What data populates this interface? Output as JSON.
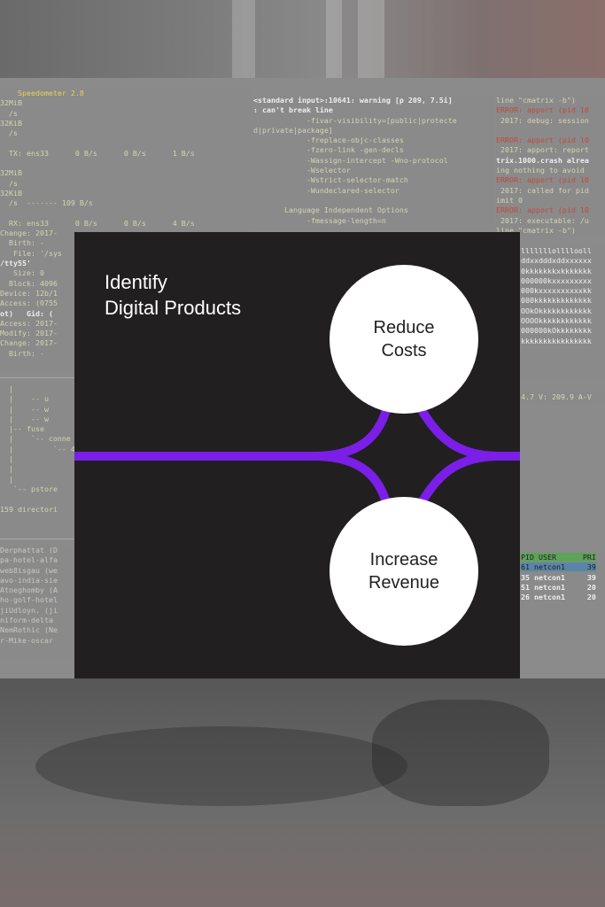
{
  "card": {
    "title_line1": "Identify",
    "title_line2": "Digital Products",
    "nodes": [
      {
        "line1": "Reduce",
        "line2": "Costs"
      },
      {
        "line1": "Increase",
        "line2": "Revenue"
      }
    ]
  },
  "colors": {
    "card_background": "#221f20",
    "flow_line": "#7a1ee8",
    "node_fill": "#ffffff",
    "title_text": "#ffffff"
  },
  "background_terminal": {
    "left_pane": [
      "    Speedometer 2.8",
      "32MiB",
      "  /s",
      "32KiB",
      "  /s",
      "",
      "  TX: ens33      0 B/s      0 B/s      1 B/s",
      "",
      "32MiB",
      "  /s",
      "32KiB",
      "  /s  ------- 109 B/s",
      "",
      "  RX: ens33      0 B/s      0 B/s      4 B/s",
      "Change: 2017-",
      "  Birth: -",
      "   File: '/sys",
      "/tty55'",
      "   Size: 0",
      "  Block: 4096",
      "Device: 12b/1",
      "Access: (0755",
      "ot)   Gid: (",
      "Access: 2017-",
      "Modify: 2017-",
      "Change: 2017-",
      "  Birth: -"
    ],
    "tree": [
      "  |",
      "  |    -- u",
      "  |    -- w",
      "  |    -- w",
      "  |-- fuse",
      "  |    `-- conne",
      "  |         `-- 4",
      "  |",
      "  |",
      "  |",
      "   `-- pstore",
      "",
      "159 directori"
    ],
    "host_list": [
      "Derphattat (D",
      "pa-hotel-alfa",
      "web8isgau (we",
      "avo-india-sie",
      "Atneghomby (A",
      "ho-golf-hotel",
      "jiUdloyn. (ji",
      "niform-delta",
      "NemRothic (Ne",
      "r-Mike-oscar"
    ],
    "mid_pane": [
      "<standard input>:10641: warning [p 209, 7.5i]",
      ": can't break line",
      "            -fivar-visibility=[public|protecte",
      "d|private|package]",
      "            -freplace-objc-classes",
      "            -fzero-link -gen-decls",
      "            -Wassign-intercept -Wno-protocol",
      "            -Wselector",
      "            -Wstrict-selector-match",
      "            -Wundeclared-selector",
      "",
      "       Language Independent Options",
      "            -fmessage-length=n"
    ],
    "right_pane": [
      "line \"cmatrix -b\")",
      "ERROR: apport (pid 10",
      " 2017: debug: session",
      "",
      "ERROR: apport (pid 10",
      " 2017: apport: report",
      "trix.1000.crash alrea",
      "ing nothing to avoid",
      "ERROR: apport (pid 10",
      " 2017: called for pid",
      "imit 0",
      "ERROR: apport (pid 10",
      " 2017: executable: /u",
      "line \"cmatrix -b\")"
    ],
    "matrix": [
      "lllllllollllooll",
      "ddxxdddxddxxxxxx",
      "0kkkkkkkxkkkkkkk",
      "000000kxxxxxxxxx",
      "000kxxxxxxxxxxkk",
      "000kkkkkkkkkkkkk",
      "OOkOkkkkkkkkkkkk",
      "OOOOkkkkkkkkkkkk",
      "000000kOkkkkkkkk",
      "kkkkkkkkkkkkkkkk"
    ],
    "status_line": "4.7 V: 209.9 A-V",
    "process_list": [
      "PID USER      PRI",
      "61 netcon1     39",
      "35 netcon1     39",
      "51 netcon1     20",
      "26 netcon1     20"
    ]
  }
}
